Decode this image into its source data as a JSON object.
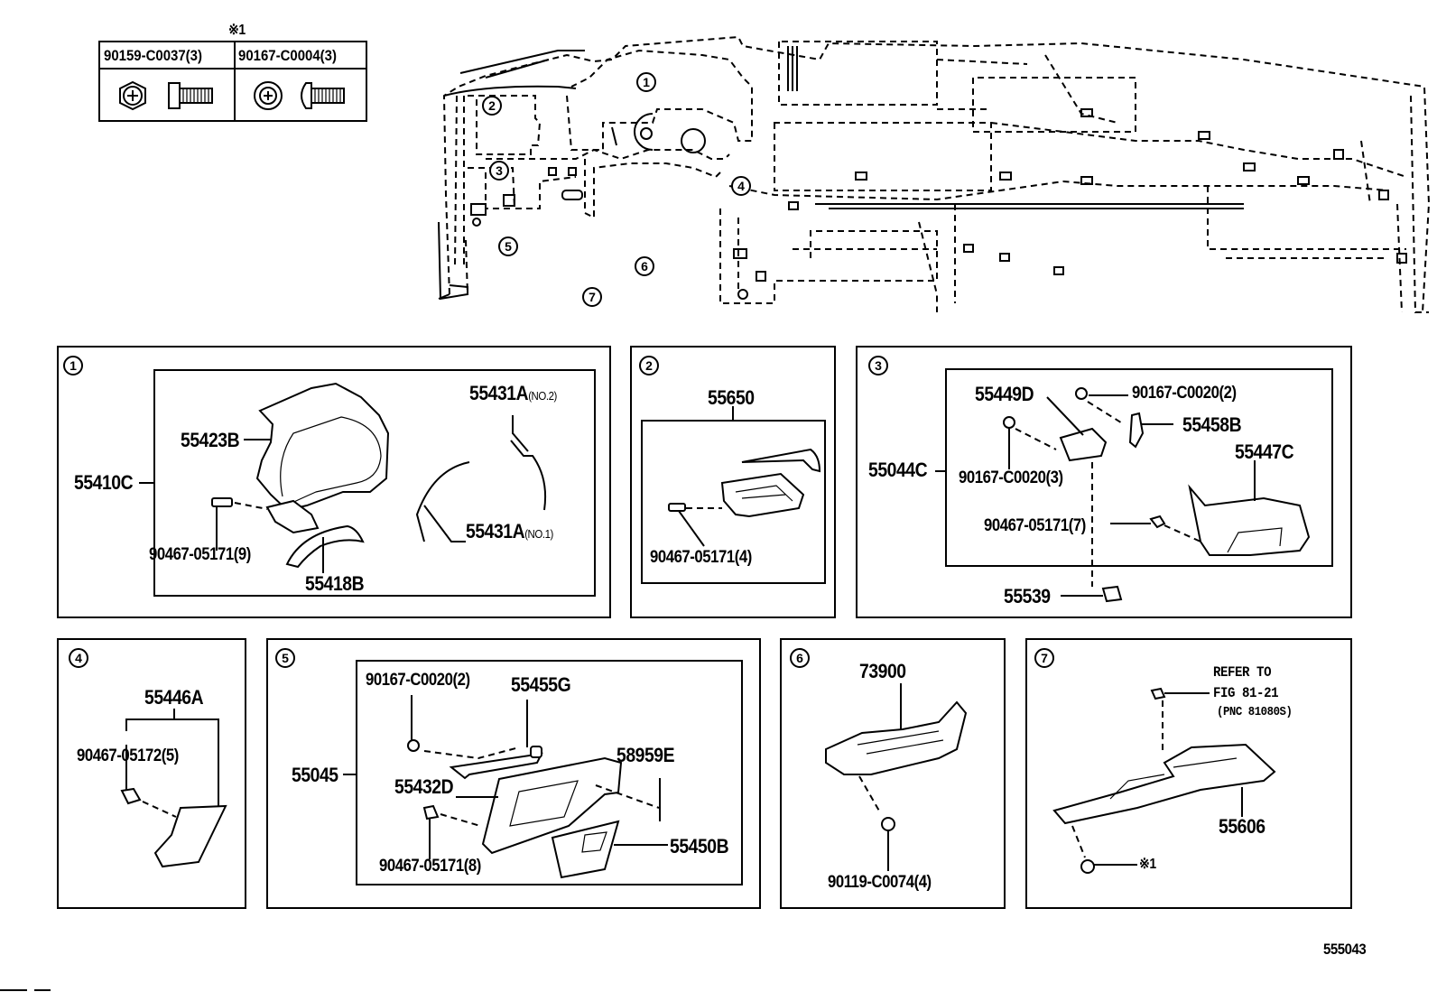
{
  "figure_id": "555043",
  "legend": {
    "marker": "※1",
    "columns": [
      {
        "part_no": "90159-C0037(3)",
        "icon": "hex-flange-bolt-icon"
      },
      {
        "part_no": "90167-C0004(3)",
        "icon": "round-washer-screw-icon"
      }
    ]
  },
  "overview": {
    "title": "instrument-panel-overview",
    "callouts": [
      "1",
      "2",
      "3",
      "4",
      "5",
      "6",
      "7"
    ]
  },
  "panels": [
    {
      "id": "1",
      "assembly": "55410C",
      "parts": [
        {
          "label": "55423B"
        },
        {
          "label": "55431A",
          "note": "(NO.2)"
        },
        {
          "label": "55431A",
          "note": "(NO.1)"
        },
        {
          "label": "90467-05171(9)"
        },
        {
          "label": "55418B"
        }
      ]
    },
    {
      "id": "2",
      "assembly": "55650",
      "parts": [
        {
          "label": "90467-05171(4)"
        }
      ]
    },
    {
      "id": "3",
      "assembly": "55044C",
      "parts": [
        {
          "label": "55449D"
        },
        {
          "label": "90167-C0020(2)"
        },
        {
          "label": "55458B"
        },
        {
          "label": "55447C"
        },
        {
          "label": "90167-C0020(3)"
        },
        {
          "label": "90467-05171(7)"
        },
        {
          "label": "55539"
        }
      ]
    },
    {
      "id": "4",
      "assembly": "55446A",
      "parts": [
        {
          "label": "90467-05172(5)"
        }
      ]
    },
    {
      "id": "5",
      "assembly": "55045",
      "parts": [
        {
          "label": "90167-C0020(2)"
        },
        {
          "label": "55455G"
        },
        {
          "label": "58959E"
        },
        {
          "label": "55432D"
        },
        {
          "label": "90467-05171(8)"
        },
        {
          "label": "55450B"
        }
      ]
    },
    {
      "id": "6",
      "assembly": "73900",
      "parts": [
        {
          "label": "90119-C0074(4)"
        }
      ]
    },
    {
      "id": "7",
      "assembly": "55606",
      "parts": [
        {
          "label": "REFER TO"
        },
        {
          "label": "FIG 81-21"
        },
        {
          "label": "(PNC 81080S)"
        },
        {
          "label": "※1"
        }
      ]
    }
  ]
}
